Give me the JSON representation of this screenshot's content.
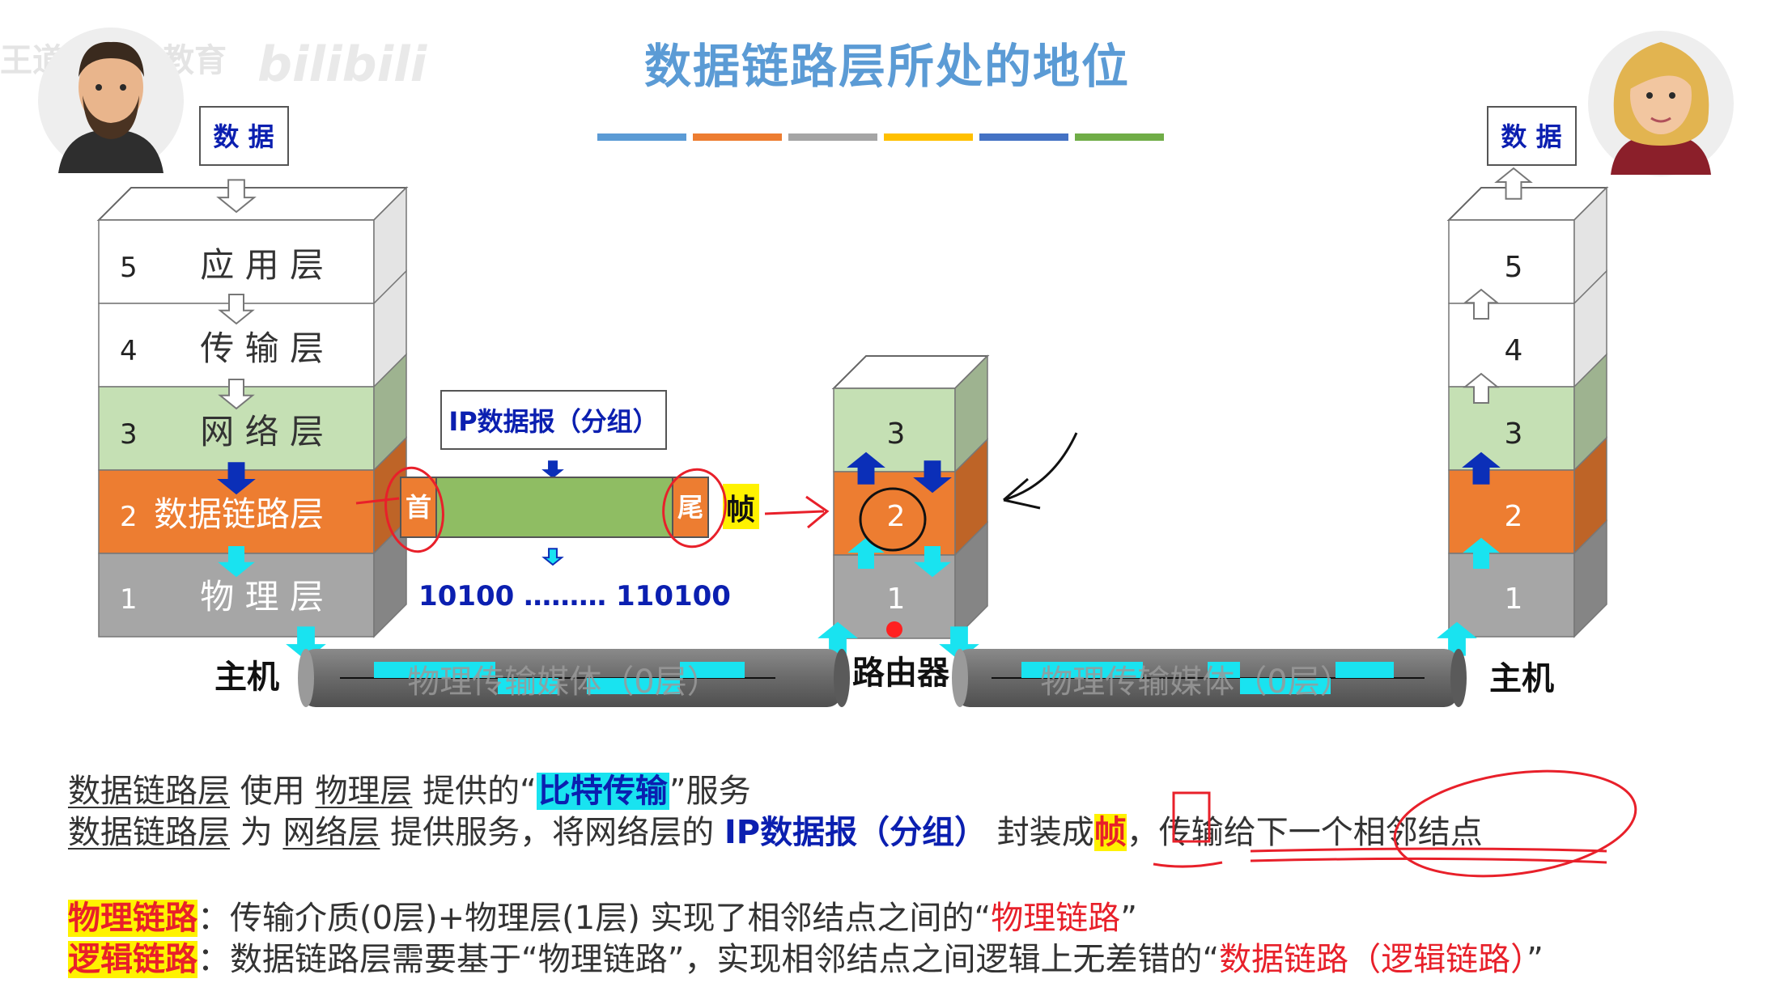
{
  "title": "数据链路层所处的地位",
  "watermark": {
    "channel": "王道计算机教育",
    "site": "bilibili"
  },
  "title_underline_colors": [
    "#5b9bd5",
    "#ed7d31",
    "#a5a5a5",
    "#ffc000",
    "#4472c4",
    "#70ad47"
  ],
  "colors": {
    "app": "#ffffff",
    "transport": "#ffffff",
    "network": "#c5e0b4",
    "datalink": "#ed7d31",
    "physical": "#a6a6a6",
    "frame_body": "#8fbd63",
    "cable": "#6f6f6f",
    "cyan": "#19e3f0",
    "red_annot": "#e8202a"
  },
  "left_host": {
    "data_box": "数 据",
    "layers": [
      {
        "num": "5",
        "name": "应 用 层"
      },
      {
        "num": "4",
        "name": "传 输 层"
      },
      {
        "num": "3",
        "name": "网 络 层"
      },
      {
        "num": "2",
        "name": "数据链路层"
      },
      {
        "num": "1",
        "name": "物 理 层"
      }
    ],
    "label": "主机"
  },
  "right_host": {
    "data_box": "数 据",
    "layers": [
      {
        "num": "5"
      },
      {
        "num": "4"
      },
      {
        "num": "3"
      },
      {
        "num": "2"
      },
      {
        "num": "1"
      }
    ],
    "label": "主机"
  },
  "router": {
    "layers": [
      {
        "num": "3"
      },
      {
        "num": "2"
      },
      {
        "num": "1"
      }
    ],
    "label": "路由器"
  },
  "frame": {
    "ip_packet_label": "IP数据报（分组）",
    "header": "首",
    "trailer": "尾",
    "frame_label": "帧",
    "bits": "10100 ……… 110100"
  },
  "media": {
    "left": "物理传输媒体（0层）",
    "right": "物理传输媒体（0层）"
  },
  "text_block": {
    "line1": {
      "a": "数据链路层",
      "b": " 使用 ",
      "c": "物理层",
      "d": " 提供的“",
      "e": "比特传输",
      "f": "”服务"
    },
    "line2": {
      "a": "数据链路层",
      "b": " 为 ",
      "c": "网络层",
      "d": " 提供服务，将网络层的 ",
      "e": "IP数据报（分组）",
      "f": " 封装成",
      "g": "帧",
      "h": "，",
      "i": "传输给下一个相邻结点"
    },
    "line3": {
      "label": "物理链路",
      "colon": "：",
      "text": "传输介质(0层)+物理层(1层) 实现了相邻结点之间的“",
      "red": "物理链路",
      "end": "”"
    },
    "line4": {
      "label": "逻辑链路",
      "colon": "：",
      "text": "数据链路层需要基于“物理链路”，实现相邻结点之间逻辑上无差错的“",
      "red": "数据链路（逻辑链路）",
      "end": "”"
    }
  }
}
